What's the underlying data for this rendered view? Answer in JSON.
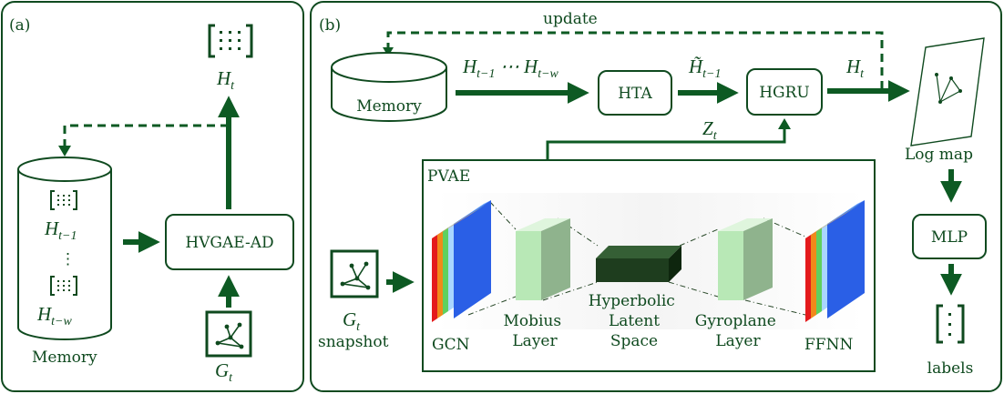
{
  "colors": {
    "ink": "#0f4a1f",
    "arrow": "#0d5a23",
    "bg": "#ffffff",
    "light_green": "#b8e8b6",
    "dark_green": "#2b4a2b",
    "gcn_blue": "#2a5fe6",
    "gcn_red": "#e41a1c",
    "gcn_orange": "#f08a1a",
    "gcn_green": "#5fd05f"
  },
  "panel_a": {
    "label": "(a)",
    "output": {
      "symbol": "H",
      "subscript": "t"
    },
    "memory": {
      "label": "Memory",
      "items": [
        {
          "symbol": "H",
          "subscript": "t−1"
        },
        {
          "symbol": "H",
          "subscript": "t−w"
        }
      ],
      "ellipsis": "⋮"
    },
    "model_box": "HVGAE-AD",
    "input": {
      "symbol": "G",
      "subscript": "t"
    }
  },
  "panel_b": {
    "label": "(b)",
    "update_label": "update",
    "memory_label": "Memory",
    "memory_output": "H_{t−1} ⋯ H_{t−w}",
    "hta_box": "HTA",
    "hta_output": {
      "symbol": "H̃",
      "subscript": "t−1"
    },
    "hgru_box": "HGRU",
    "hgru_output": {
      "symbol": "H",
      "subscript": "t"
    },
    "latent_output": {
      "symbol": "Z",
      "subscript": "t"
    },
    "log_map_label": "Log map",
    "mlp_box": "MLP",
    "labels_label": "labels",
    "pvae": {
      "title": "PVAE",
      "stages": [
        "GCN",
        "Mobius Layer",
        "Hyperbolic Latent Space",
        "Gyroplane Layer",
        "FFNN"
      ]
    },
    "snapshot": {
      "symbol": "G",
      "subscript": "t",
      "caption": "snapshot"
    }
  }
}
